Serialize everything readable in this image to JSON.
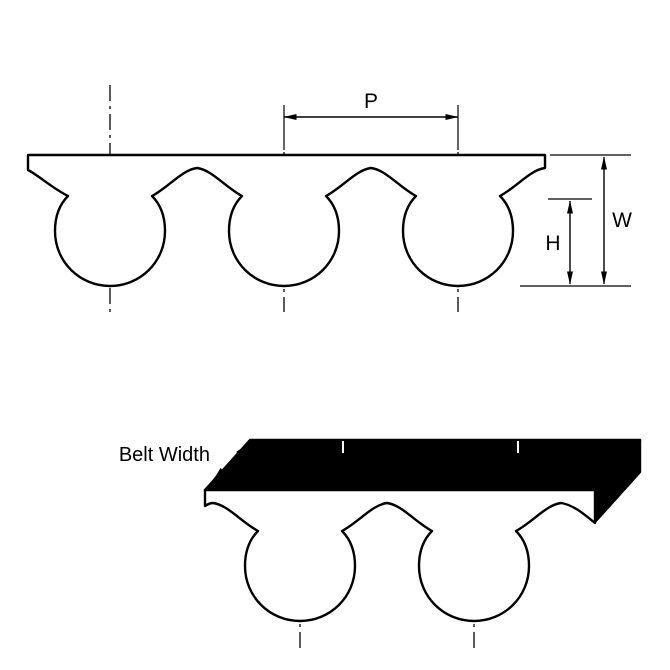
{
  "drawing": {
    "kind": "timing-belt-tooth-profile-drawing",
    "background": "#ffffff",
    "profile_view": {
      "tooth_count": 3,
      "dimensions": {
        "pitch_label": "P",
        "belt_thickness_label": "W",
        "tooth_height_label": "H"
      }
    },
    "isometric_view": {
      "tooth_count": 2,
      "belt_width_label": "Belt Width"
    },
    "colors": {
      "outline": "#000000",
      "belt_fill": "#ffffff",
      "solid_face_fill": "#000000"
    }
  }
}
